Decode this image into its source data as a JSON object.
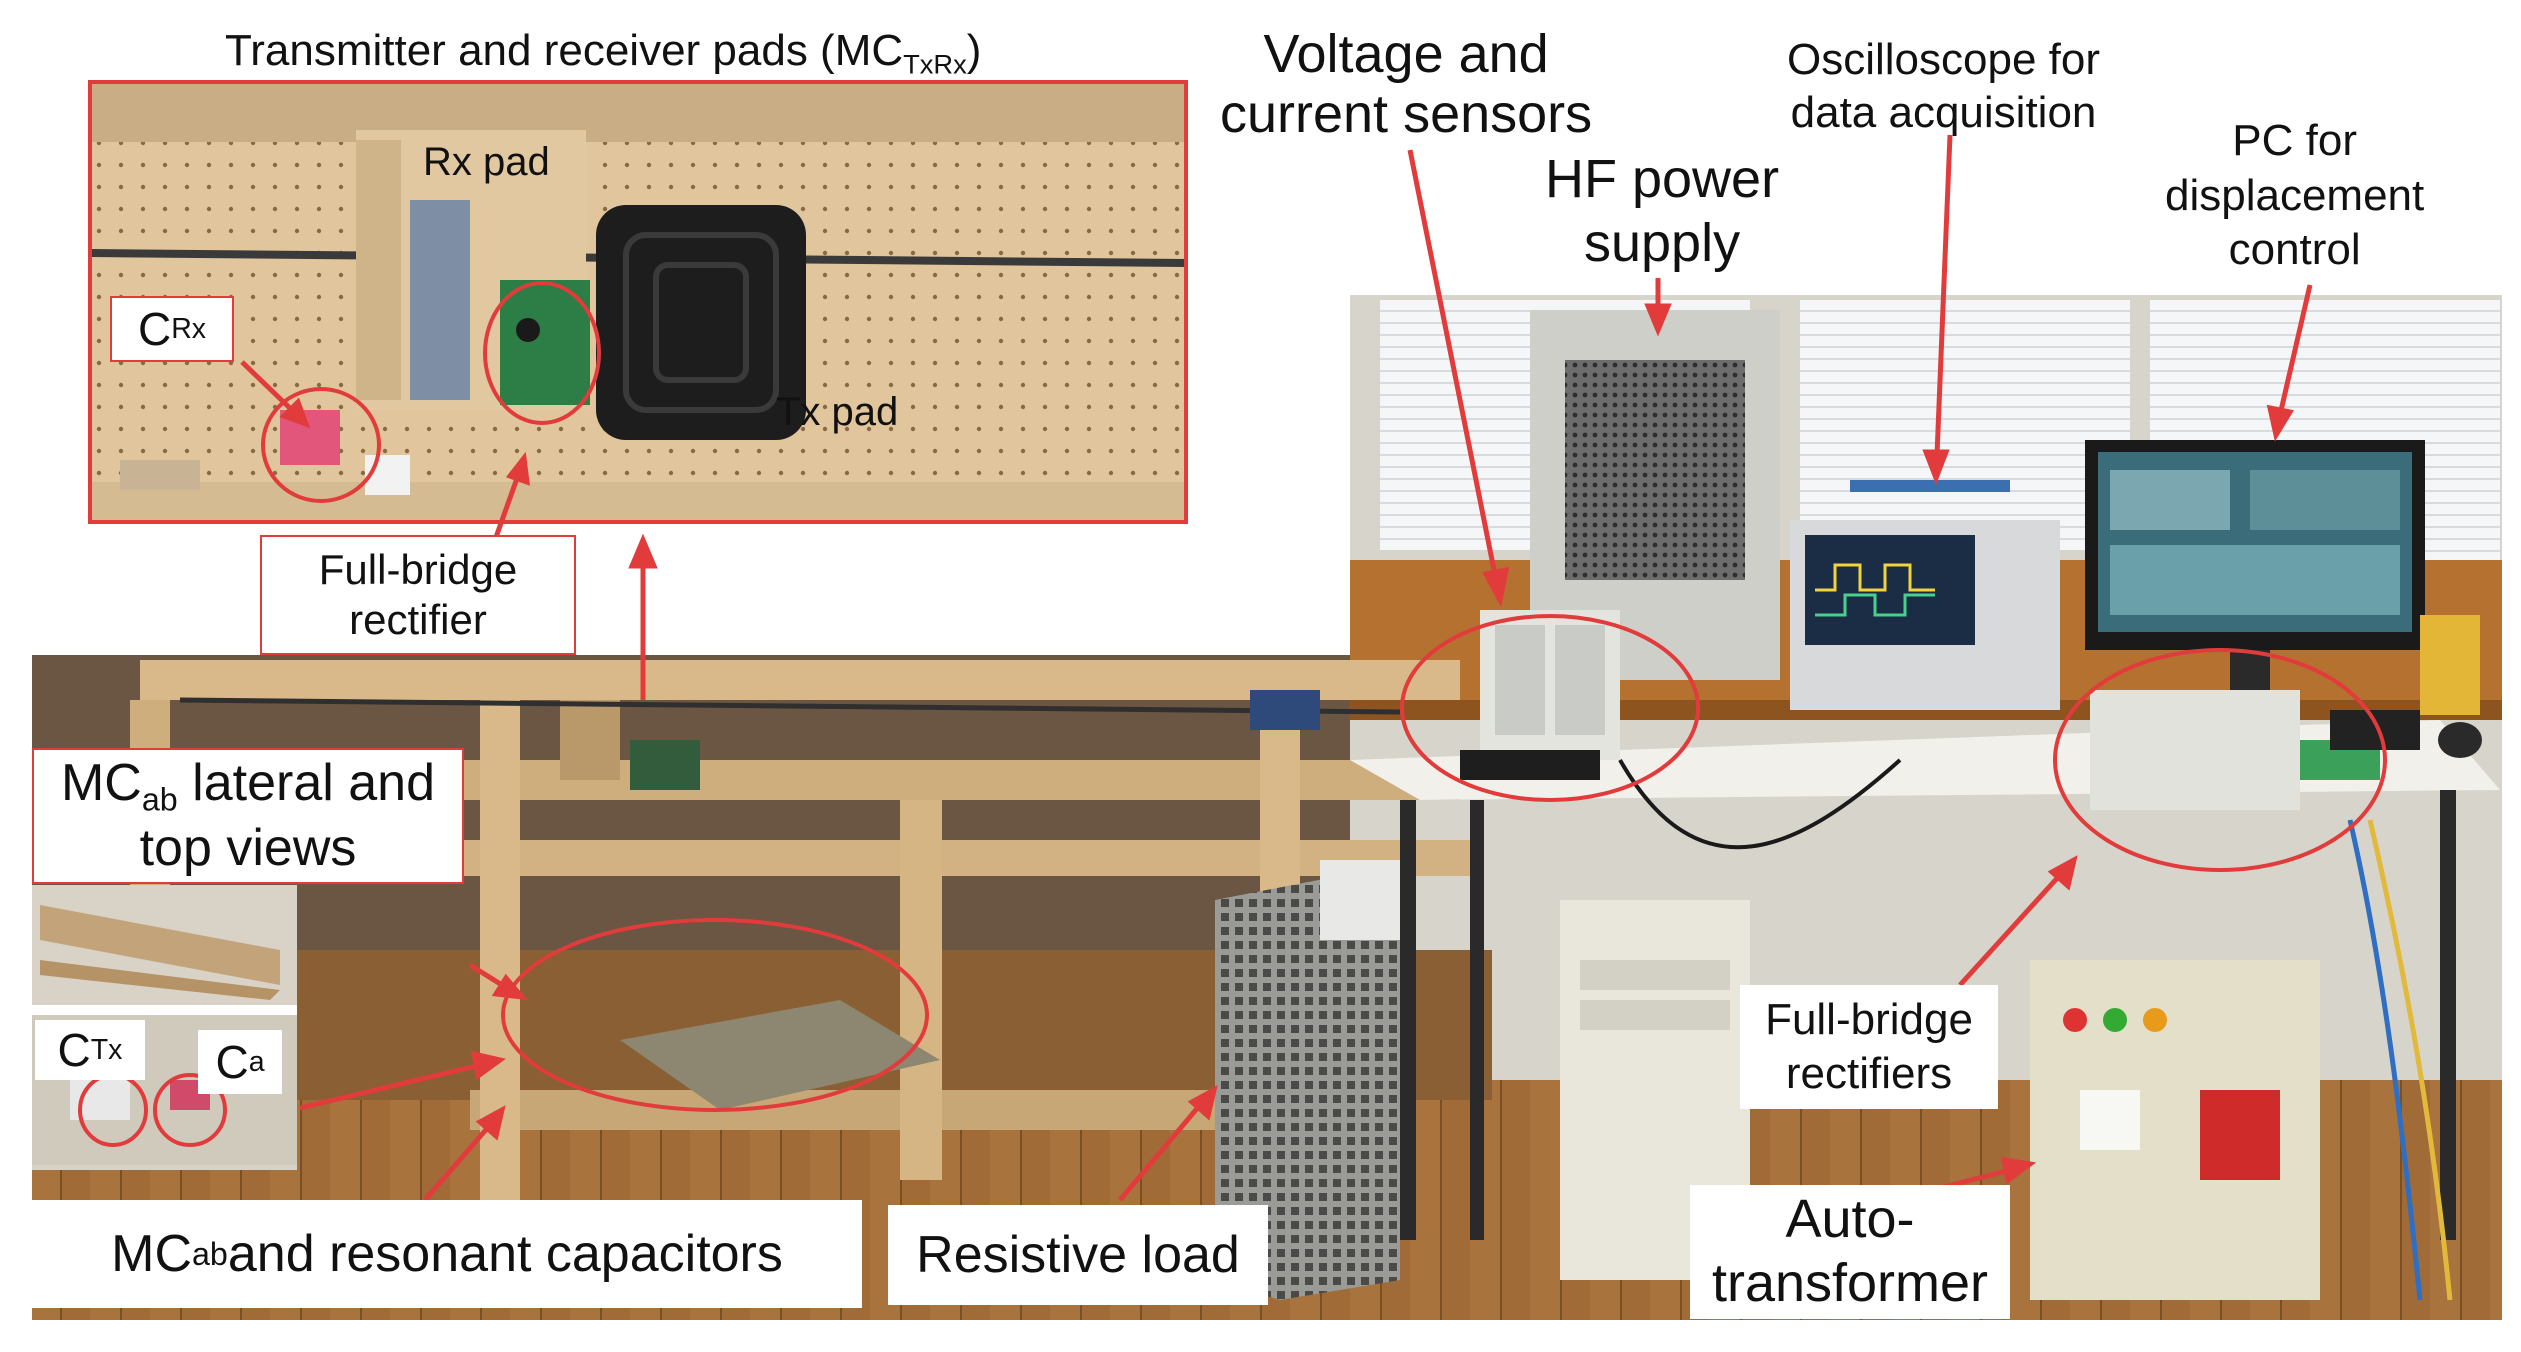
{
  "title": "Transmitter and receiver pads (MC",
  "title_sub": "TxRx",
  "title_close": ")",
  "inset_labels": {
    "rx_pad": "Rx pad",
    "tx_pad": "Tx pad",
    "c_rx_main": "C",
    "c_rx_sub": "Rx"
  },
  "callouts": {
    "full_bridge_rectifier_line1": "Full-bridge",
    "full_bridge_rectifier_line2": "rectifier",
    "voltage_sensors_line1": "Voltage and",
    "voltage_sensors_line2": "current sensors",
    "hf_supply_line1": "HF power",
    "hf_supply_line2": "supply",
    "oscilloscope_line1": "Oscilloscope for",
    "oscilloscope_line2": "data acquisition",
    "pc_line1": "PC for",
    "pc_line2": "displacement",
    "pc_line3": "control",
    "mcab_views_main": "MC",
    "mcab_views_sub": "ab",
    "mcab_views_rest": " lateral and",
    "mcab_views_line2": "top views",
    "c_tx_main": "C",
    "c_tx_sub": "Tx",
    "c_a_main": "C",
    "c_a_sub": "a",
    "mcab_caps_main": "MC",
    "mcab_caps_sub": "ab",
    "mcab_caps_rest": " and resonant capacitors",
    "resistive_load": "Resistive load",
    "rectifiers_line1": "Full-bridge",
    "rectifiers_line2": "rectifiers",
    "autotransformer_line1": "Auto-",
    "autotransformer_line2": "transformer"
  },
  "colors": {
    "annotation_red": "#e23b3b",
    "wood": "#d9b98a",
    "wall_wood": "#b5712f",
    "floor": "#9b6a37",
    "desk": "#f2f0ea",
    "equipment_grey": "#cfcfc9"
  }
}
